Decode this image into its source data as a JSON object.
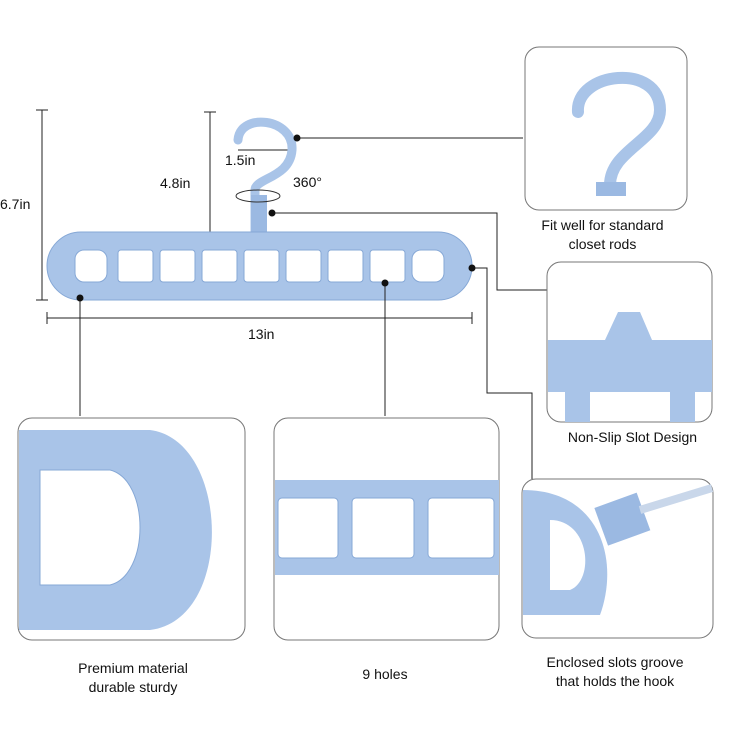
{
  "dimensions": {
    "total_height": "6.7in",
    "hook_height": "4.8in",
    "hook_width": "1.5in",
    "rotation": "360°",
    "width": "13in"
  },
  "features": [
    {
      "caption_line1": "Fit well for standard",
      "caption_line2": "closet rods"
    },
    {
      "caption_line1": "Non-Slip Slot Design"
    },
    {
      "caption_line1": "Premium material",
      "caption_line2": "durable sturdy"
    },
    {
      "caption_line1": "9 holes"
    },
    {
      "caption_line1": "Enclosed slots groove",
      "caption_line2": "that holds the hook"
    }
  ],
  "colors": {
    "plastic": "#a9c4e8",
    "plastic_dark": "#86a8d6",
    "line": "#222222"
  }
}
